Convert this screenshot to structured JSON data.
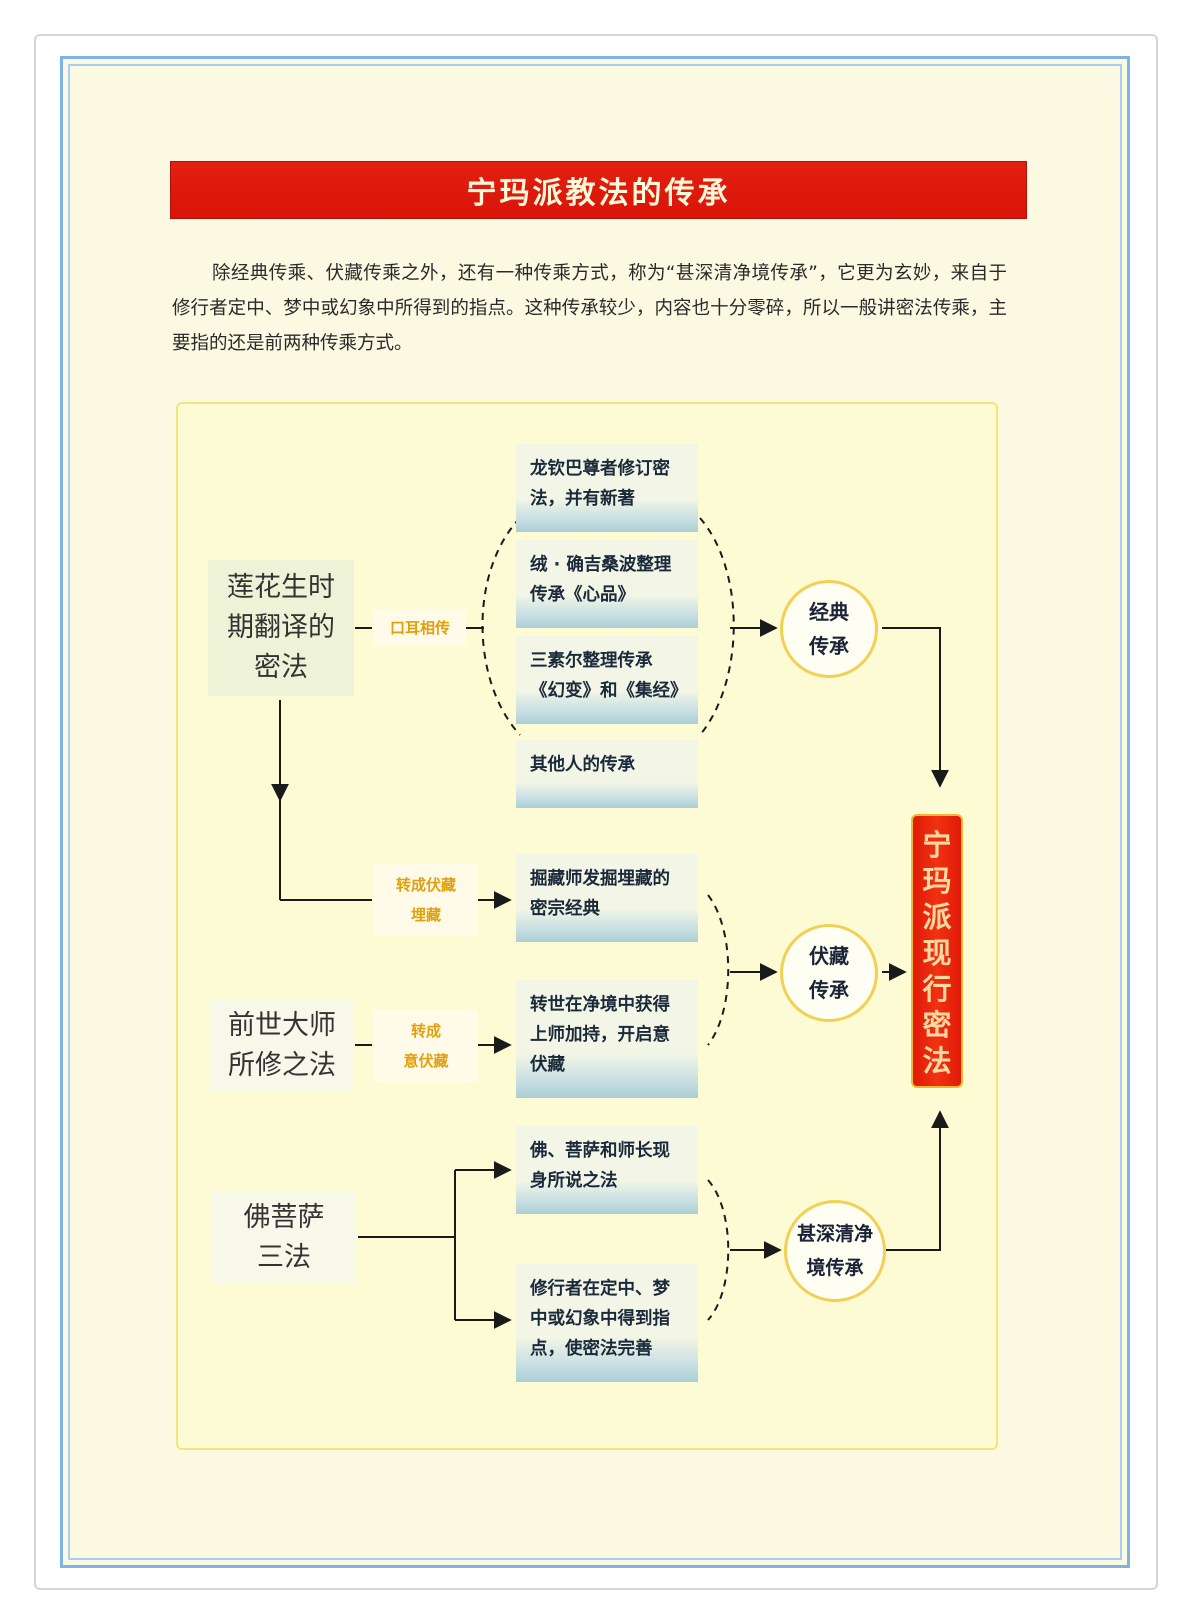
{
  "title": "宁玛派教法的传承",
  "intro": "除经典传乘、伏藏传乘之外，还有一种传乘方式，称为“甚深清净境传承”，它更为玄妙，来自于修行者定中、梦中或幻象中所得到的指点。这种传承较少，内容也十分零碎，所以一般讲密法传乘，主要指的还是前两种传乘方式。",
  "sources": {
    "lianhuasheng": [
      "莲花生时",
      "期翻译的",
      "密法"
    ],
    "qianshi": [
      "前世大师",
      "所修之法"
    ],
    "fopusa": [
      "佛菩萨",
      "三法"
    ]
  },
  "methods": {
    "koueri": "口耳相传",
    "zhuancheng_fuzang": [
      "转成伏藏",
      "埋藏"
    ],
    "zhuancheng_yifuzang": [
      "转成",
      "意伏藏"
    ]
  },
  "boxes": {
    "longqin": [
      "龙钦巴尊者修订密",
      "法，并有新著"
    ],
    "rong": [
      "绒 · 确吉桑波整理",
      "传承《心品》"
    ],
    "sansuer": [
      "三素尔整理传承",
      "《幻变》和《集经》"
    ],
    "qita": [
      "其他人的传承"
    ],
    "juezang": [
      "掘藏师发掘埋藏的",
      "密宗经典"
    ],
    "zhuanshi": [
      "转世在净境中获得",
      "上师加持，开启意",
      "伏藏"
    ],
    "fo_xianshen": [
      "佛、菩萨和师长现",
      "身所说之法"
    ],
    "xiuxingzhe": [
      "修行者在定中、梦",
      "中或幻象中得到指",
      "点，使密法完善"
    ]
  },
  "circles": {
    "jingdian": [
      "经典",
      "传承"
    ],
    "fuzang": [
      "伏藏",
      "传承"
    ],
    "shenshen": [
      "甚深清净",
      "境传承"
    ]
  },
  "final": "宁玛派现行密法"
}
